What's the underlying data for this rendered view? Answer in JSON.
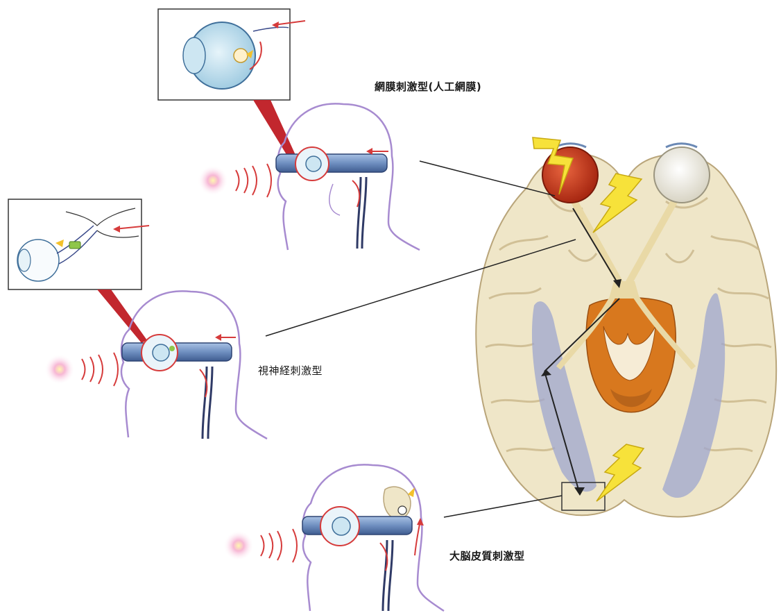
{
  "labels": {
    "retina": "網膜刺激型(人工網膜)",
    "optic_nerve": "視神経刺激型",
    "cortex": "大脳皮質刺激型"
  },
  "colors": {
    "head_outline": "#a78bd0",
    "goggle_band": "#6f8fc0",
    "nerve_red": "#d63b3b",
    "nerve_dark": "#2f3a66",
    "brain_fill": "#efe6c8",
    "brain_shadow": "#b9a57a",
    "visual_cortex": "#9ea6cf",
    "eye_red": "#c23a1f",
    "lightning": "#f7e23a",
    "chiasm_orange": "#d8781e",
    "light_source": "#f6b8d6"
  }
}
